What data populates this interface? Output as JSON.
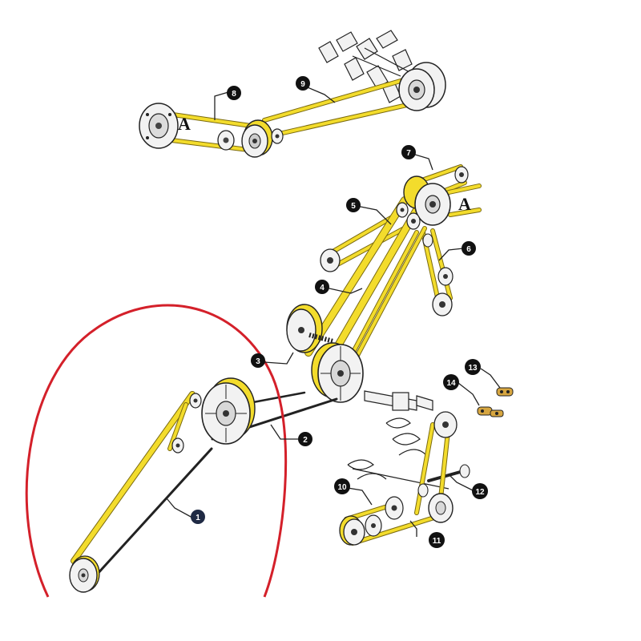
{
  "diagram": {
    "colors": {
      "belt": "#f3dc2c",
      "belt_edge": "#7a6a10",
      "outline": "#222222",
      "pulley_fill": "#f2f2f2",
      "metal_dark": "#8a8a8a",
      "badge_fill": "#111111",
      "badge_text": "#ffffff",
      "highlight_badge": "#1f2a44",
      "highlight_ring": "#d4202a",
      "background": "#ffffff"
    },
    "callouts": [
      "1",
      "2",
      "3",
      "4",
      "5",
      "6",
      "7",
      "8",
      "9",
      "10",
      "11",
      "12",
      "13",
      "14"
    ],
    "section_label": "A",
    "section_label_right": "A",
    "highlighted_callout": "1",
    "icons": {
      "pulley": "pulley-icon",
      "chain_link": "chain-link-icon",
      "auger": "auger-icon"
    }
  }
}
